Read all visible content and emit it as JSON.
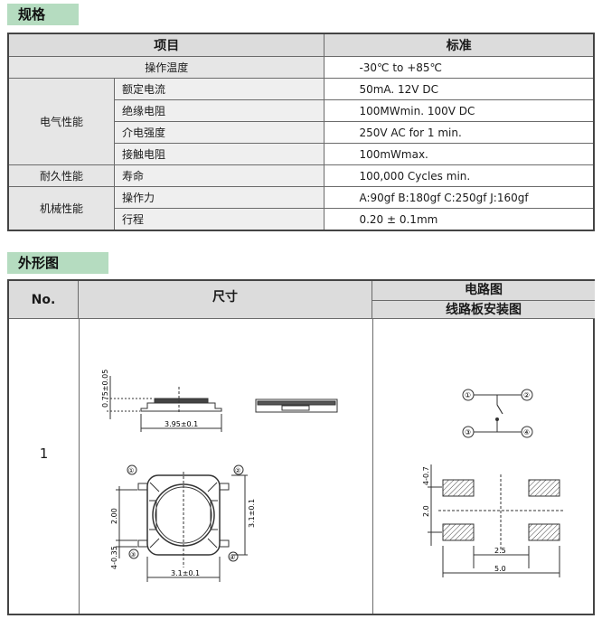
{
  "sections": {
    "spec": "规格",
    "shape": "外形图"
  },
  "spec_table": {
    "headers": {
      "item": "项目",
      "standard": "标准"
    },
    "rows": {
      "temp": {
        "label": "操作温度",
        "value": "-30℃ to +85℃"
      },
      "electrical": {
        "category": "电气性能",
        "items": [
          {
            "label": "额定电流",
            "value": "50mA. 12V DC"
          },
          {
            "label": "绝缘电阻",
            "value": "100MWmin. 100V DC"
          },
          {
            "label": "介电强度",
            "value": "250V AC for 1 min."
          },
          {
            "label": "接触电阻",
            "value": "100mWmax."
          }
        ]
      },
      "durability": {
        "category": "耐久性能",
        "label": "寿命",
        "value": "100,000 Cycles min."
      },
      "mechanical": {
        "category": "机械性能",
        "items": [
          {
            "label": "操作力",
            "value": "A:90gf   B:180gf   C:250gf   J:160gf"
          },
          {
            "label": "行程",
            "value": "0.20 ± 0.1mm"
          }
        ]
      }
    }
  },
  "shape_table": {
    "headers": {
      "no": "No.",
      "size": "尺寸",
      "circuit": "电路图",
      "pcb": "线路板安装图"
    },
    "row_no": "1"
  },
  "drawing": {
    "dim_height": "0.75±0.05",
    "dim_width_side": "3.95±0.1",
    "dim_2_00": "2.00",
    "dim_3_1_v": "3.1±0.1",
    "dim_3_1_h": "3.1±0.1",
    "dim_4_035": "4-0.35",
    "pins": [
      "①",
      "②",
      "③",
      "④"
    ],
    "pcb_dim_4_07": "4-0.7",
    "pcb_dim_2_0": "2.0",
    "pcb_dim_2_5": "2.5",
    "pcb_dim_5_0": "5.0"
  }
}
